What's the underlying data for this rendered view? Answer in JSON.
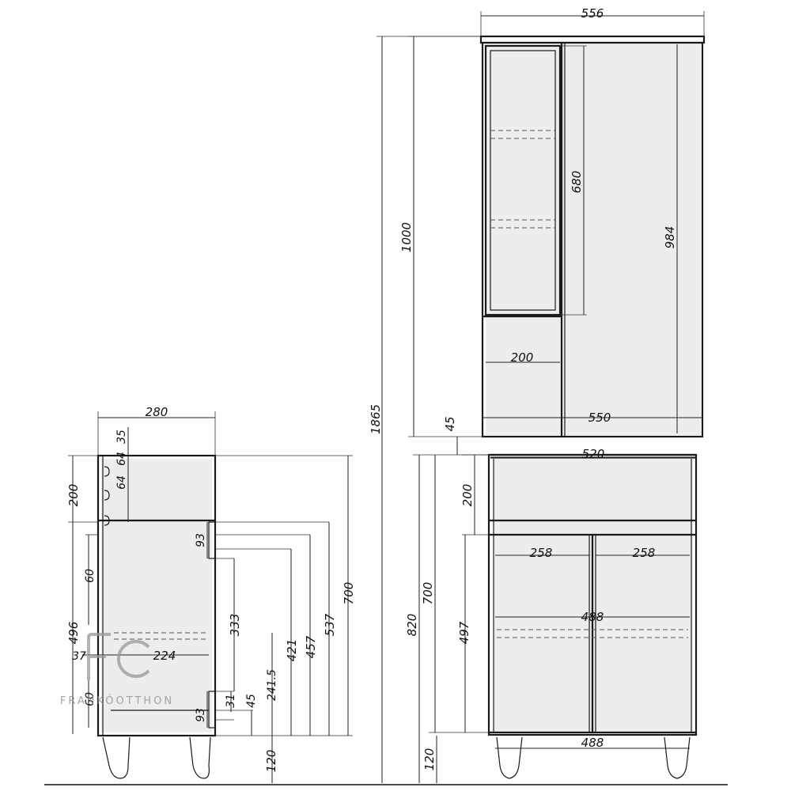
{
  "watermark": {
    "text": "FRANKÓOTTHON"
  },
  "mirror_cabinet": {
    "width_top": "556",
    "height_total": "1000",
    "shelf_height": "680",
    "door_height": "984",
    "shelf_width": "200",
    "width_inner": "550",
    "gap": "45"
  },
  "overall": {
    "height": "1865"
  },
  "vanity_side": {
    "depth": "280",
    "d35": "35",
    "d64a": "64",
    "d64b": "64",
    "d200": "200",
    "d93a": "93",
    "d60a": "60",
    "d333": "333",
    "d421": "421",
    "d457": "457",
    "d537": "537",
    "d700": "700",
    "d496": "496",
    "d37": "37",
    "d224": "224",
    "d60b": "60",
    "d93b": "93",
    "d31": "31",
    "d45": "45",
    "d241": "241.5",
    "d120": "120"
  },
  "vanity_front": {
    "width_top": "520",
    "d200": "200",
    "door_left": "258",
    "door_right": "258",
    "inner_width": "488",
    "d700": "700",
    "d820": "820",
    "d497": "497",
    "bottom_width": "488",
    "d120": "120"
  }
}
